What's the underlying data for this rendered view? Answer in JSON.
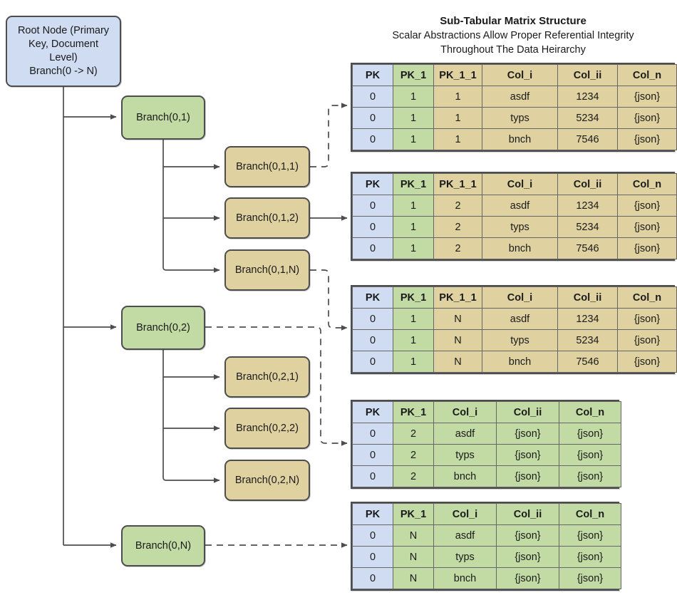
{
  "title": {
    "main": "Sub-Tabular Matrix Structure",
    "sub_line1": "Scalar Abstractions Allow Proper Referential Integrity",
    "sub_line2": "Throughout The Data Heirarchy"
  },
  "colors": {
    "root_fill": "#cfdcf2",
    "level1_fill": "#c2dba4",
    "level2_fill": "#e0d2a0",
    "stroke": "#4d4d4d",
    "text": "#1a1a1a"
  },
  "nodes": {
    "root": {
      "line1": "Root Node (Primary",
      "line2": "Key, Document",
      "line3": "Level)",
      "line4": "Branch(0 -> N)"
    },
    "b01": {
      "label": "Branch(0,1)"
    },
    "b011": {
      "label": "Branch(0,1,1)"
    },
    "b012": {
      "label": "Branch(0,1,2)"
    },
    "b01N": {
      "label": "Branch(0,1,N)"
    },
    "b02": {
      "label": "Branch(0,2)"
    },
    "b021": {
      "label": "Branch(0,2,1)"
    },
    "b022": {
      "label": "Branch(0,2,2)"
    },
    "b02N": {
      "label": "Branch(0,2,N)"
    },
    "b0N": {
      "label": "Branch(0,N)"
    }
  },
  "tables": [
    {
      "id": "table-0-1-1",
      "headers": [
        "PK",
        "PK_1",
        "PK_1_1",
        "Col_i",
        "Col_ii",
        "Col_n"
      ],
      "header_colors": [
        "c-blue",
        "c-green",
        "c-tan",
        "c-tan",
        "c-tan",
        "c-tan"
      ],
      "row_colors": [
        "c-blue",
        "c-green",
        "c-tan",
        "c-tan",
        "c-tan",
        "c-tan"
      ],
      "rows": [
        [
          "0",
          "1",
          "1",
          "asdf",
          "1234",
          "{json}"
        ],
        [
          "0",
          "1",
          "1",
          "typs",
          "5234",
          "{json}"
        ],
        [
          "0",
          "1",
          "1",
          "bnch",
          "7546",
          "{json}"
        ]
      ]
    },
    {
      "id": "table-0-1-2",
      "headers": [
        "PK",
        "PK_1",
        "PK_1_1",
        "Col_i",
        "Col_ii",
        "Col_n"
      ],
      "header_colors": [
        "c-blue",
        "c-green",
        "c-tan",
        "c-tan",
        "c-tan",
        "c-tan"
      ],
      "row_colors": [
        "c-blue",
        "c-green",
        "c-tan",
        "c-tan",
        "c-tan",
        "c-tan"
      ],
      "rows": [
        [
          "0",
          "1",
          "2",
          "asdf",
          "1234",
          "{json}"
        ],
        [
          "0",
          "1",
          "2",
          "typs",
          "5234",
          "{json}"
        ],
        [
          "0",
          "1",
          "2",
          "bnch",
          "7546",
          "{json}"
        ]
      ]
    },
    {
      "id": "table-0-1-N",
      "headers": [
        "PK",
        "PK_1",
        "PK_1_1",
        "Col_i",
        "Col_ii",
        "Col_n"
      ],
      "header_colors": [
        "c-blue",
        "c-green",
        "c-tan",
        "c-tan",
        "c-tan",
        "c-tan"
      ],
      "row_colors": [
        "c-blue",
        "c-green",
        "c-tan",
        "c-tan",
        "c-tan",
        "c-tan"
      ],
      "rows": [
        [
          "0",
          "1",
          "N",
          "asdf",
          "1234",
          "{json}"
        ],
        [
          "0",
          "1",
          "N",
          "typs",
          "5234",
          "{json}"
        ],
        [
          "0",
          "1",
          "N",
          "bnch",
          "7546",
          "{json}"
        ]
      ]
    },
    {
      "id": "table-0-2",
      "headers": [
        "PK",
        "PK_1",
        "Col_i",
        "Col_ii",
        "Col_n"
      ],
      "header_colors": [
        "c-blue",
        "c-green",
        "c-green",
        "c-green",
        "c-green"
      ],
      "row_colors": [
        "c-blue",
        "c-green",
        "c-green",
        "c-green",
        "c-green"
      ],
      "rows": [
        [
          "0",
          "2",
          "asdf",
          "{json}",
          "{json}"
        ],
        [
          "0",
          "2",
          "typs",
          "{json}",
          "{json}"
        ],
        [
          "0",
          "2",
          "bnch",
          "{json}",
          "{json}"
        ]
      ]
    },
    {
      "id": "table-0-N",
      "headers": [
        "PK",
        "PK_1",
        "Col_i",
        "Col_ii",
        "Col_n"
      ],
      "header_colors": [
        "c-blue",
        "c-green",
        "c-green",
        "c-green",
        "c-green"
      ],
      "row_colors": [
        "c-blue",
        "c-green",
        "c-green",
        "c-green",
        "c-green"
      ],
      "rows": [
        [
          "0",
          "N",
          "asdf",
          "{json}",
          "{json}"
        ],
        [
          "0",
          "N",
          "typs",
          "{json}",
          "{json}"
        ],
        [
          "0",
          "N",
          "bnch",
          "{json}",
          "{json}"
        ]
      ]
    }
  ]
}
